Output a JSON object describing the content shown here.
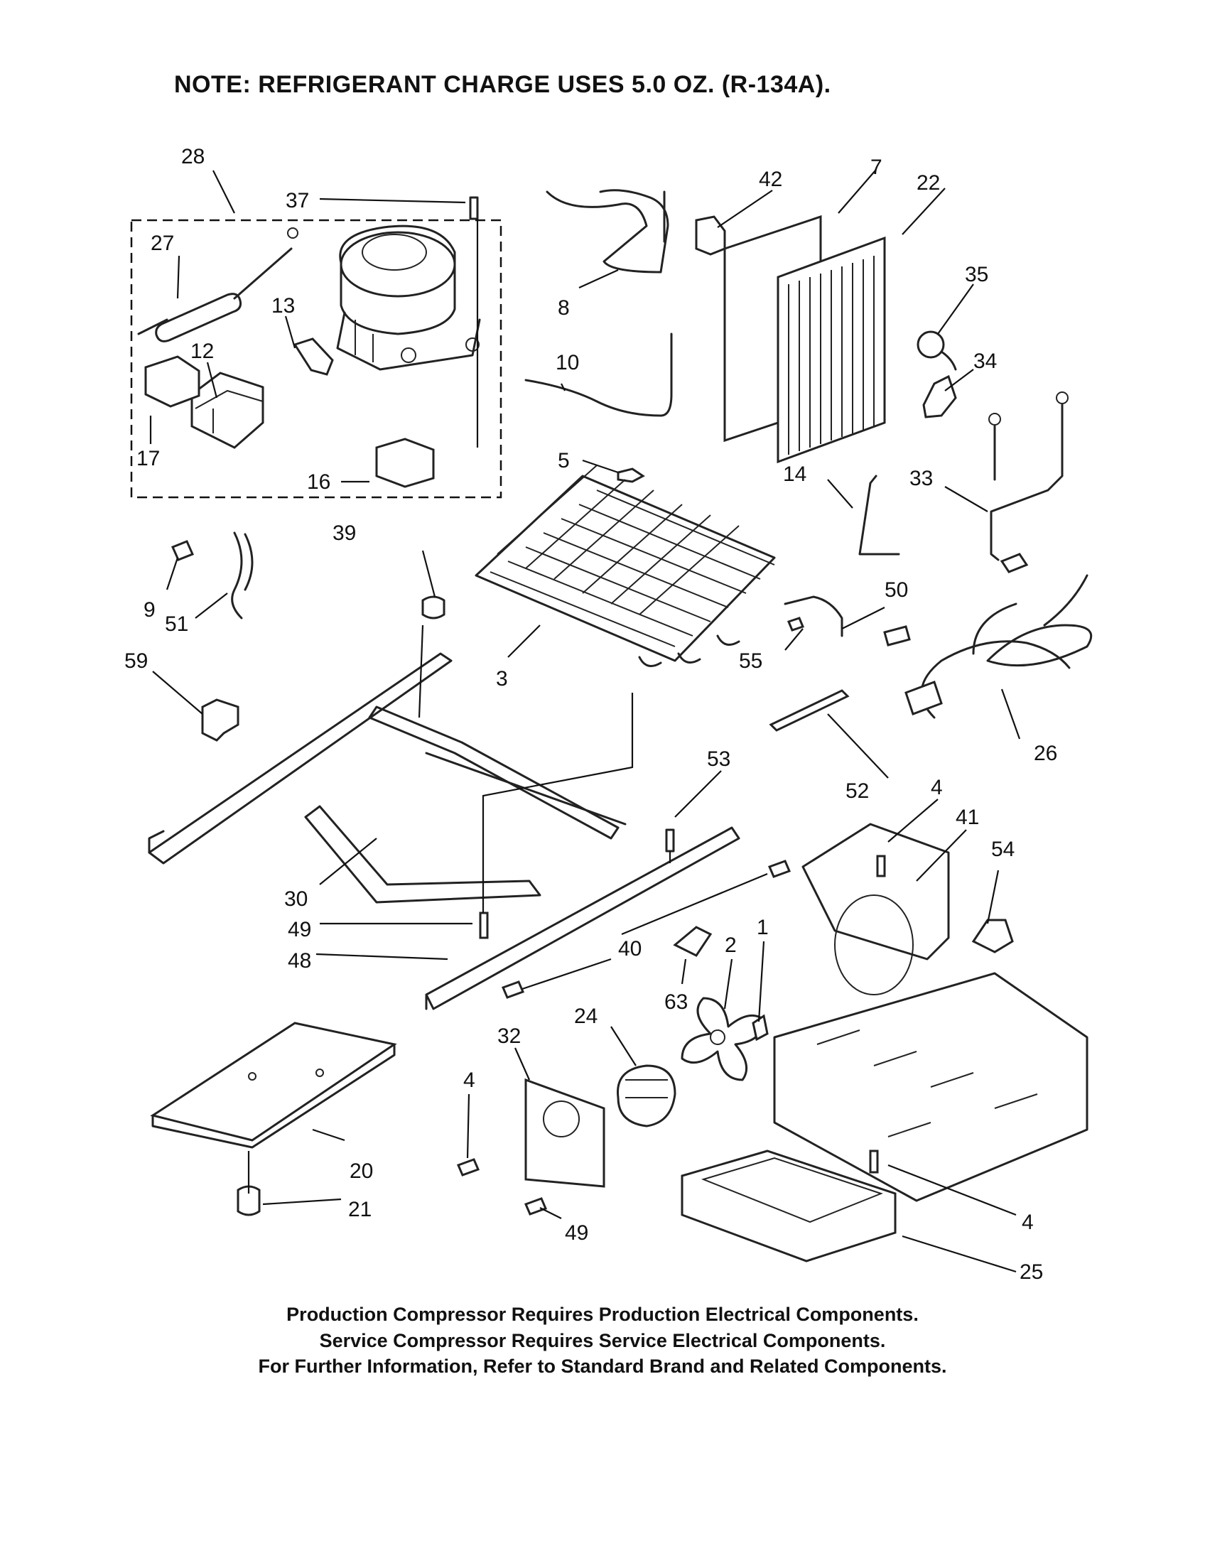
{
  "note": "NOTE: REFRIGERANT CHARGE USES 5.0 OZ. (R-134A).",
  "footer": {
    "line1": "Production Compressor Requires Production Electrical Components.",
    "line2": "Service Compressor Requires Service Electrical Components.",
    "line3": "For Further Information, Refer to Standard Brand and Related Components."
  },
  "callouts": {
    "c28": "28",
    "c37": "37",
    "c27": "27",
    "c13": "13",
    "c12": "12",
    "c17": "17",
    "c16": "16",
    "c8": "8",
    "c10": "10",
    "c42": "42",
    "c7": "7",
    "c22": "22",
    "c35": "35",
    "c34": "34",
    "c14": "14",
    "c33": "33",
    "c5": "5",
    "c39": "39",
    "c9": "9",
    "c51": "51",
    "c59": "59",
    "c3": "3",
    "c50": "50",
    "c55": "55",
    "c26": "26",
    "c52": "52",
    "c53": "53",
    "c4a": "4",
    "c41": "41",
    "c54": "54",
    "c30": "30",
    "c49a": "49",
    "c48": "48",
    "c40": "40",
    "c1": "1",
    "c2": "2",
    "c63": "63",
    "c24": "24",
    "c32": "32",
    "c4b": "4",
    "c20": "20",
    "c21": "21",
    "c49b": "49",
    "c4c": "4",
    "c25": "25"
  }
}
